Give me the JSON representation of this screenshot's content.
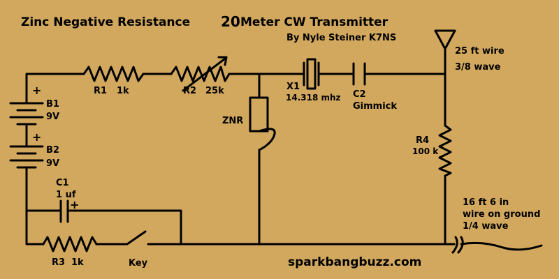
{
  "title": {
    "part1": "Zinc Negative Resistance",
    "part2": "20",
    "part3": "Meter CW Transmitter",
    "byline": "By Nyle Steiner K7NS"
  },
  "components": {
    "b1": {
      "name": "B1",
      "value": "9V",
      "plus": "+"
    },
    "b2": {
      "name": "B2",
      "value": "9V",
      "plus": "+"
    },
    "r1": {
      "name": "R1",
      "value": "1k"
    },
    "r2": {
      "name": "R2",
      "value": "25k"
    },
    "znr": {
      "name": "ZNR"
    },
    "x1": {
      "name": "X1",
      "value": "14.318 mhz"
    },
    "c2": {
      "name": "C2",
      "value": "Gimmick"
    },
    "r4": {
      "name": "R4",
      "value": "100 k"
    },
    "c1": {
      "name": "C1",
      "value": "1 uf",
      "plus": "+"
    },
    "r3": {
      "name": "R3",
      "value": "1k"
    },
    "key": {
      "name": "Key"
    }
  },
  "antenna": {
    "line1": "25 ft wire",
    "line2": "3/8 wave"
  },
  "ground_wire": {
    "line1": "16 ft 6 in",
    "line2": "wire on ground",
    "line3": "1/4 wave"
  },
  "website": "sparkbangbuzz.com"
}
